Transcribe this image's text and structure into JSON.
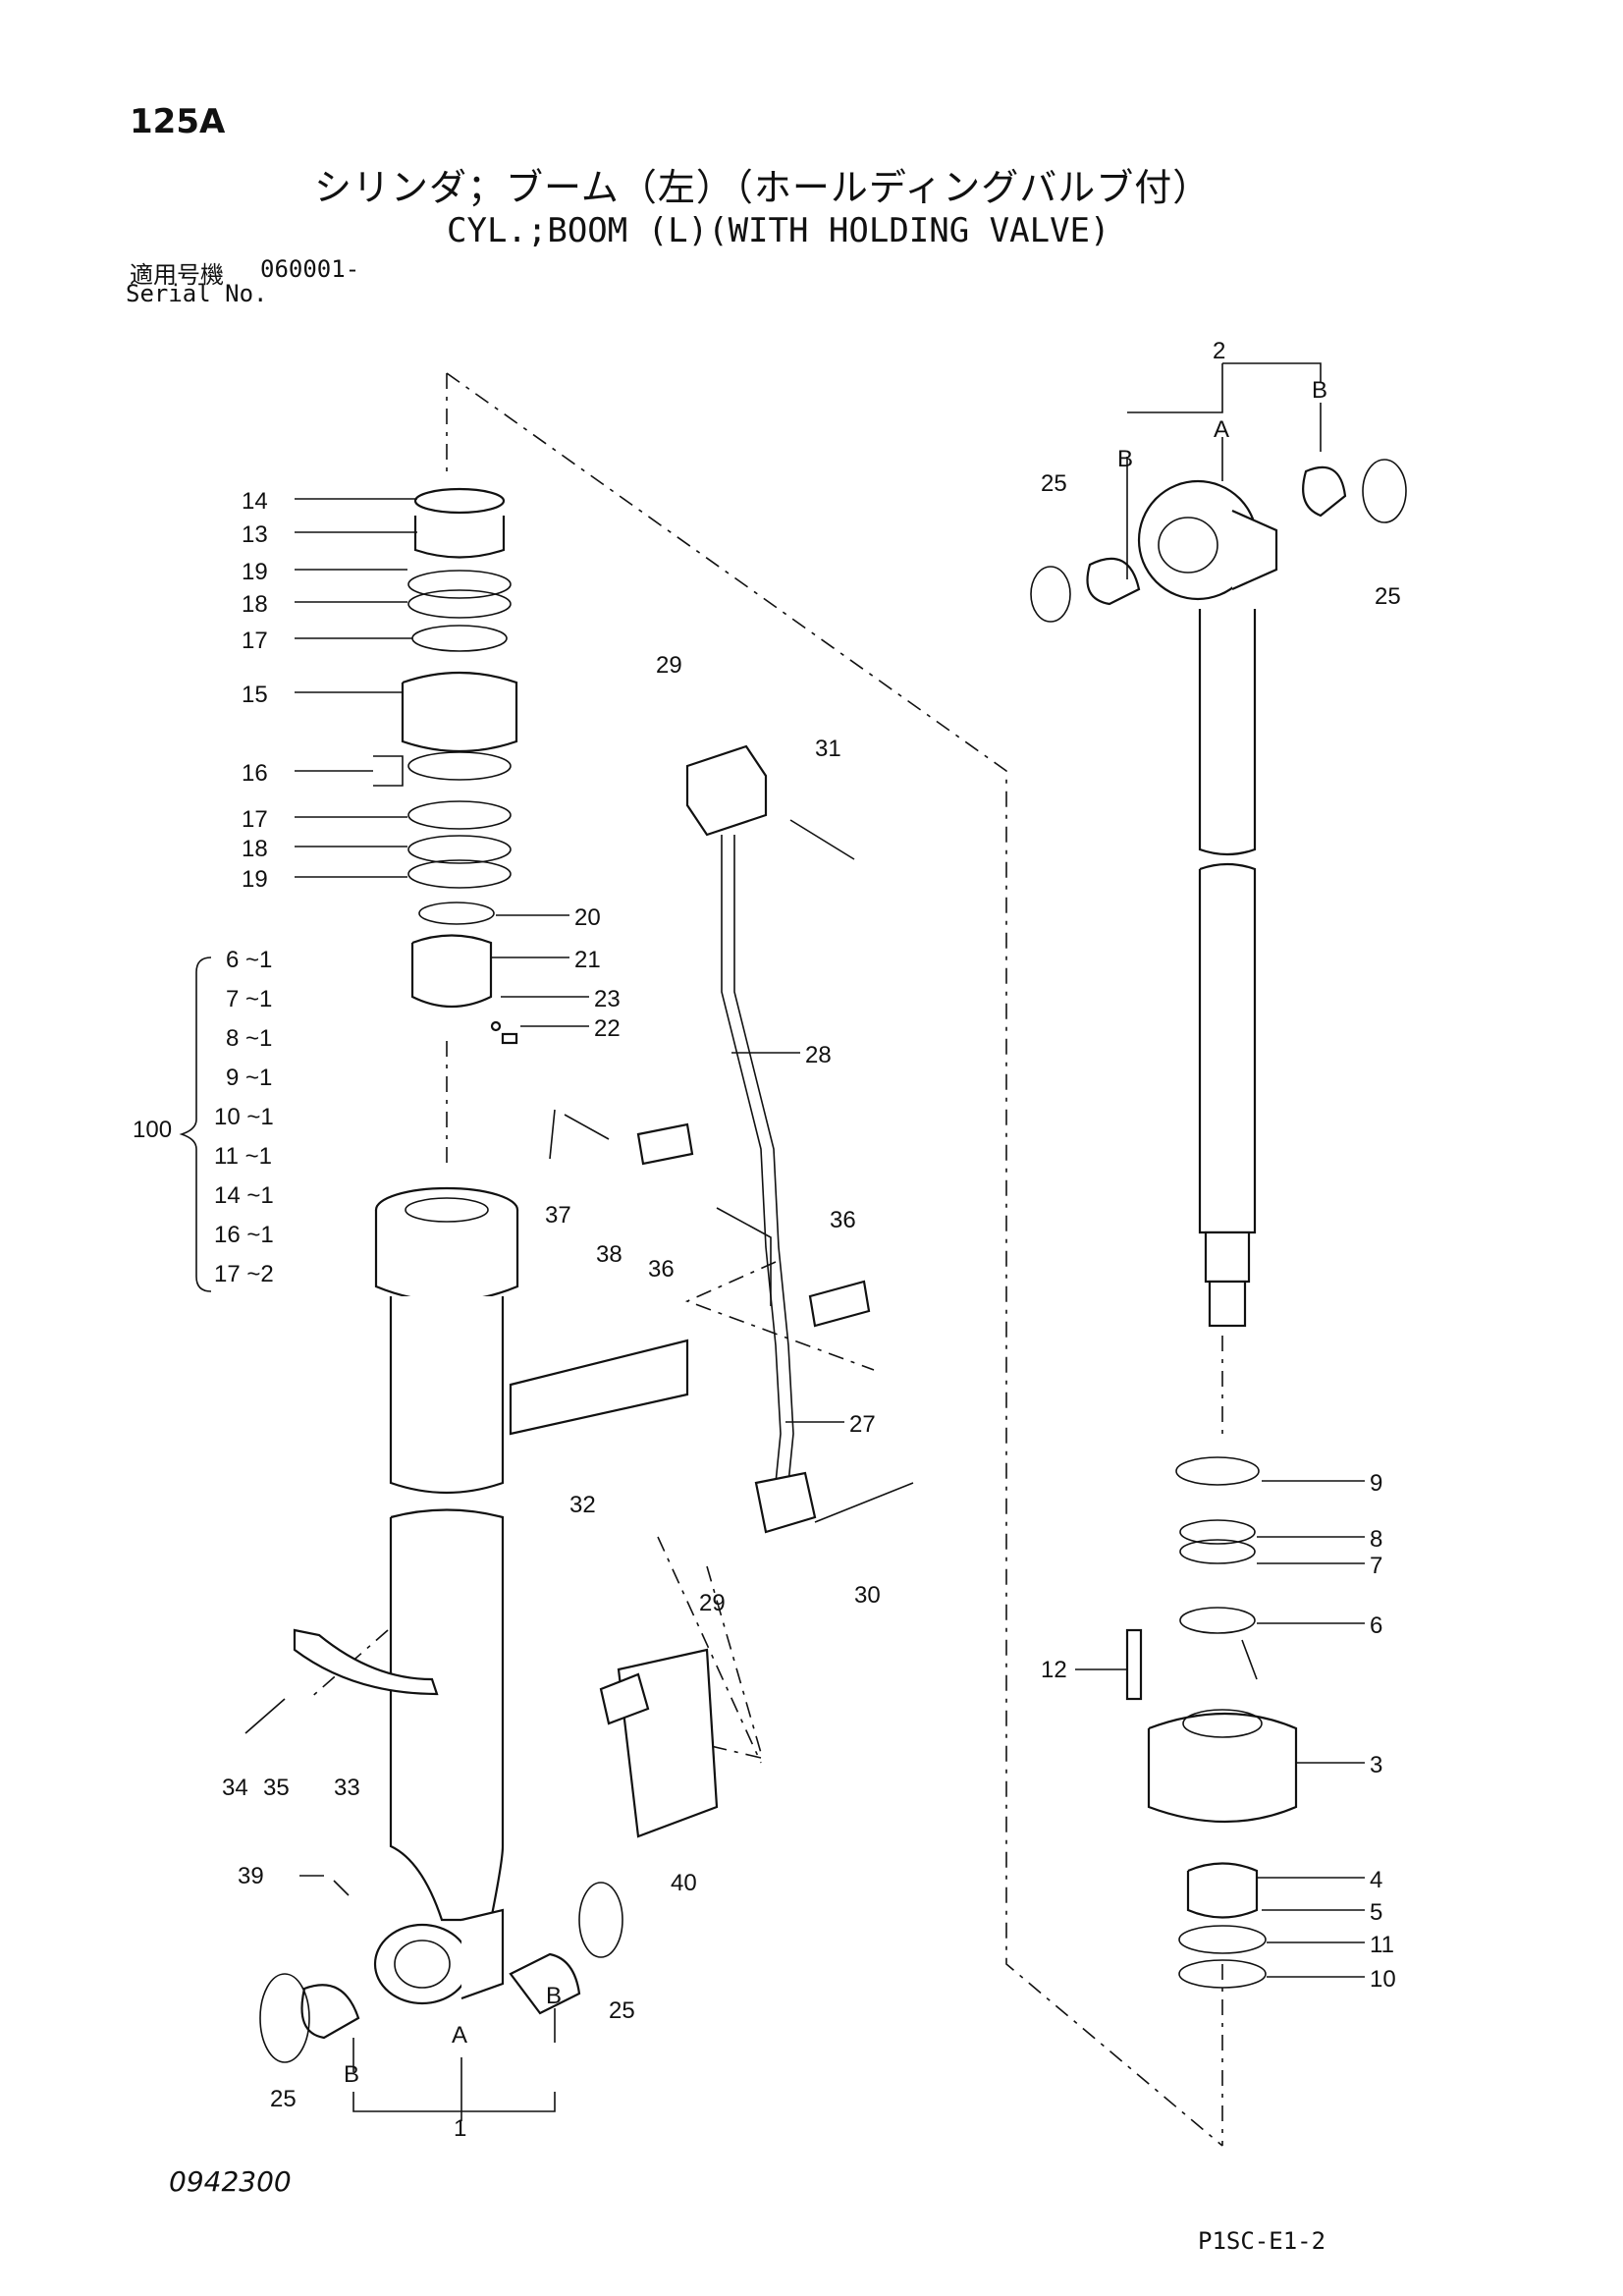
{
  "header": {
    "page_number": "125A",
    "title_jp": "シリンダ；ブーム（左）（ホールディングバルブ付）",
    "title_en": "CYL.;BOOM (L)(WITH HOLDING VALVE)",
    "serial_label_jp": "適用号機",
    "serial_label_en": "Serial No.",
    "serial_value": "060001-"
  },
  "footer": {
    "drawing_number": "0942300",
    "page_ref": "P1SC-E1-2"
  },
  "callouts": {
    "p1": "1",
    "p2": "2",
    "p3": "3",
    "p4": "4",
    "p5": "5",
    "p6": "6",
    "p7": "7",
    "p8": "8",
    "p9": "9",
    "p10": "10",
    "p11": "11",
    "p12": "12",
    "p13": "13",
    "p14": "14",
    "p15": "15",
    "p16": "16",
    "p17": "17",
    "p18": "18",
    "p19": "19",
    "p20": "20",
    "p21": "21",
    "p22": "22",
    "p23": "23",
    "p25": "25",
    "p27": "27",
    "p28": "28",
    "p29": "29",
    "p30": "30",
    "p31": "31",
    "p32": "32",
    "p33": "33",
    "p34": "34",
    "p35": "35",
    "p36": "36",
    "p37": "37",
    "p38": "38",
    "p39": "39",
    "p40": "40",
    "A": "A",
    "B": "B"
  },
  "kit": {
    "number": "100",
    "items": [
      "6 ~1",
      "7 ~1",
      "8 ~1",
      "9 ~1",
      "10 ~1",
      "11 ~1",
      "14 ~1",
      "16 ~1",
      "17 ~2"
    ]
  }
}
